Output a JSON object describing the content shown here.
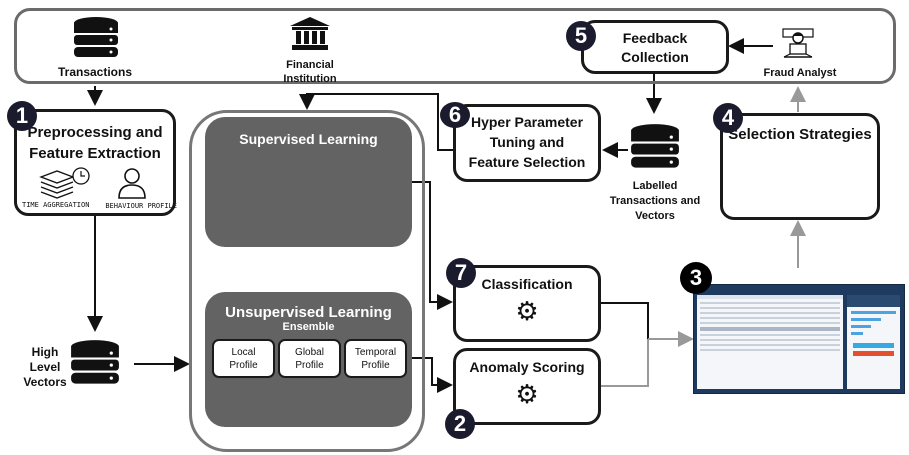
{
  "top_bar": {
    "transactions_label": "Transactions",
    "institution_label_1": "Financial",
    "institution_label_2": "Institution",
    "feedback_title_1": "Feedback",
    "feedback_title_2": "Collection",
    "analyst_label": "Fraud Analyst"
  },
  "steps": {
    "preprocessing": {
      "badge": "1",
      "title_1": "Preprocessing and",
      "title_2": "Feature Extraction",
      "time_aggregation": "TIME AGGREGATION",
      "behaviour_profile": "BEHAVIOUR PROFILE"
    },
    "anomaly": {
      "badge": "2",
      "title": "Anomaly Scoring"
    },
    "dashboard": {
      "badge": "3"
    },
    "selection": {
      "badge": "4",
      "title": "Selection Strategies"
    },
    "feedback": {
      "badge": "5"
    },
    "hyper": {
      "badge": "6",
      "title_1": "Hyper Parameter",
      "title_2": "Tuning and",
      "title_3": "Feature Selection"
    },
    "classification": {
      "badge": "7",
      "title": "Classification"
    }
  },
  "high_level_vectors": {
    "line_1": "High",
    "line_2": "Level",
    "line_3": "Vectors"
  },
  "labelled": {
    "line_1": "Labelled",
    "line_2": "Transactions and",
    "line_3": "Vectors"
  },
  "learning": {
    "supervised_title": "Supervised Learning",
    "unsupervised_title": "Unsupervised Learning",
    "ensemble_label": "Ensemble",
    "profiles": [
      {
        "line_1": "Local",
        "line_2": "Profile"
      },
      {
        "line_1": "Global",
        "line_2": "Profile"
      },
      {
        "line_1": "Temporal",
        "line_2": "Profile"
      }
    ]
  },
  "colors": {
    "badge": "#1b1b2e",
    "dark_panel": "#636363",
    "frame": "#6b6b6b",
    "dashboard_bg": "#1e3a5f"
  }
}
